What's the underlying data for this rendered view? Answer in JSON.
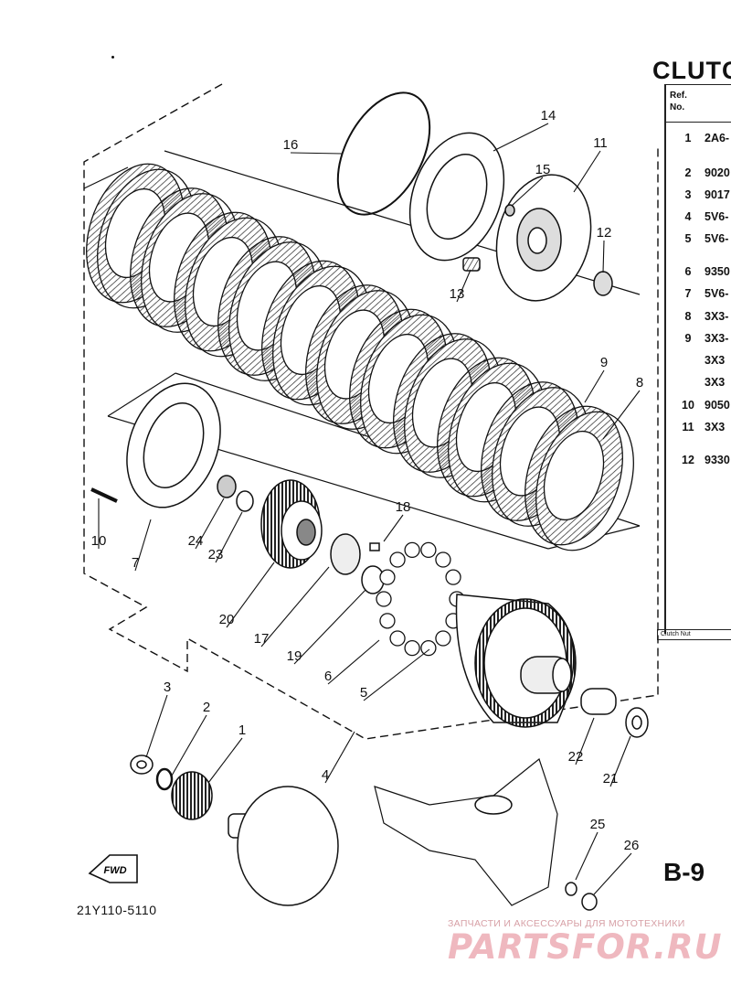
{
  "title": "CLUTC",
  "table": {
    "header_ref": "Ref.",
    "header_no": "No.",
    "rows": [
      {
        "no": "1",
        "part": "2A6-"
      },
      {
        "no": "2",
        "part": "9020"
      },
      {
        "no": "3",
        "part": "9017"
      },
      {
        "no": "4",
        "part": "5V6-"
      },
      {
        "no": "5",
        "part": "5V6-"
      },
      {
        "no": "6",
        "part": "9350"
      },
      {
        "no": "7",
        "part": "5V6-"
      },
      {
        "no": "8",
        "part": "3X3-"
      },
      {
        "no": "9",
        "part": "3X3-"
      },
      {
        "no": "",
        "part": "3X3"
      },
      {
        "no": "",
        "part": "3X3"
      },
      {
        "no": "10",
        "part": "9050"
      },
      {
        "no": "11",
        "part": "3X3"
      },
      {
        "no": "12",
        "part": "9330"
      }
    ],
    "note": "Clutch Nut"
  },
  "callouts": [
    "1",
    "2",
    "3",
    "4",
    "5",
    "6",
    "7",
    "8",
    "9",
    "10",
    "11",
    "12",
    "13",
    "14",
    "15",
    "16",
    "17",
    "18",
    "19",
    "20",
    "21",
    "22",
    "23",
    "24",
    "25",
    "26"
  ],
  "fwd_label": "FWD",
  "page_id": "B-9",
  "drawing_code": "21Y110-5110",
  "watermark": {
    "tagline": "ЗАПЧАСТИ И АКСЕССУАРЫ ДЛЯ МОТОТЕХНИКИ",
    "logo": "PARTSFOR.RU"
  }
}
